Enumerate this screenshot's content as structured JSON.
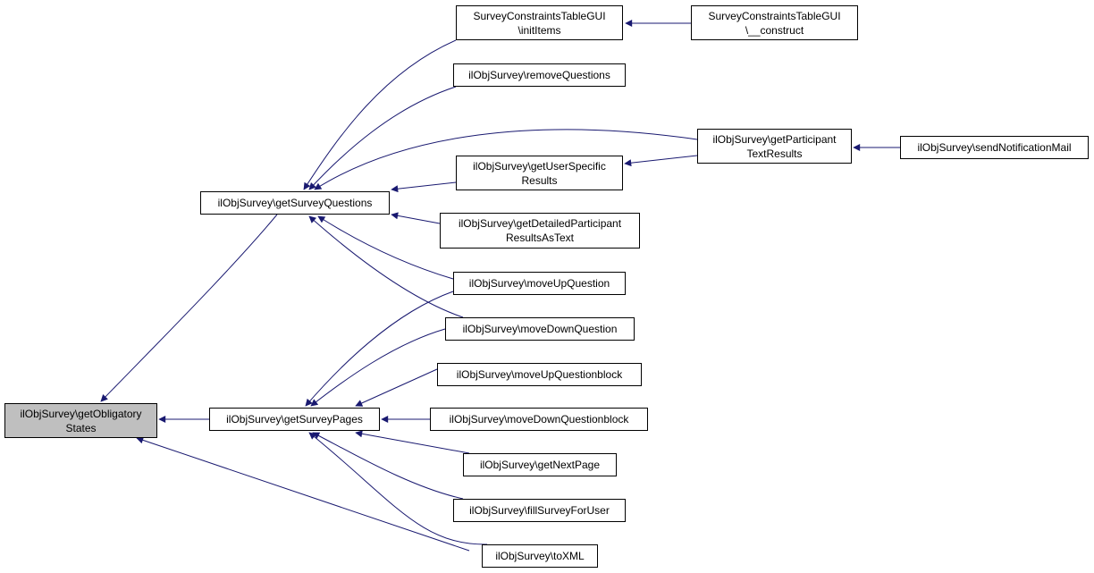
{
  "colors": {
    "edge": "#191970",
    "node_fill": "#ffffff",
    "root_fill": "#bfbfbf",
    "border": "#000000"
  },
  "nodes": {
    "root": {
      "lines": [
        "ilObjSurvey\\getObligatory",
        "States"
      ]
    },
    "getSurveyQuestions": {
      "lines": [
        "ilObjSurvey\\getSurveyQuestions"
      ]
    },
    "getSurveyPages": {
      "lines": [
        "ilObjSurvey\\getSurveyPages"
      ]
    },
    "initItems": {
      "lines": [
        "SurveyConstraintsTableGUI",
        "\\initItems"
      ]
    },
    "construct": {
      "lines": [
        "SurveyConstraintsTableGUI",
        "\\__construct"
      ]
    },
    "removeQuestions": {
      "lines": [
        "ilObjSurvey\\removeQuestions"
      ]
    },
    "getParticipantTextResults": {
      "lines": [
        "ilObjSurvey\\getParticipant",
        "TextResults"
      ]
    },
    "sendNotificationMail": {
      "lines": [
        "ilObjSurvey\\sendNotificationMail"
      ]
    },
    "getUserSpecificResults": {
      "lines": [
        "ilObjSurvey\\getUserSpecific",
        "Results"
      ]
    },
    "getDetailedParticipantResultsAsText": {
      "lines": [
        "ilObjSurvey\\getDetailedParticipant",
        "ResultsAsText"
      ]
    },
    "moveUpQuestion": {
      "lines": [
        "ilObjSurvey\\moveUpQuestion"
      ]
    },
    "moveDownQuestion": {
      "lines": [
        "ilObjSurvey\\moveDownQuestion"
      ]
    },
    "moveUpQuestionblock": {
      "lines": [
        "ilObjSurvey\\moveUpQuestionblock"
      ]
    },
    "moveDownQuestionblock": {
      "lines": [
        "ilObjSurvey\\moveDownQuestionblock"
      ]
    },
    "getNextPage": {
      "lines": [
        "ilObjSurvey\\getNextPage"
      ]
    },
    "fillSurveyForUser": {
      "lines": [
        "ilObjSurvey\\fillSurveyForUser"
      ]
    },
    "toXML": {
      "lines": [
        "ilObjSurvey\\toXML"
      ]
    }
  },
  "edges": [
    {
      "from": "getSurveyQuestions",
      "to": "root"
    },
    {
      "from": "getSurveyPages",
      "to": "root"
    },
    {
      "from": "toXML",
      "to": "root"
    },
    {
      "from": "initItems",
      "to": "getSurveyQuestions"
    },
    {
      "from": "removeQuestions",
      "to": "getSurveyQuestions"
    },
    {
      "from": "getParticipantTextResults",
      "to": "getSurveyQuestions"
    },
    {
      "from": "getUserSpecificResults",
      "to": "getSurveyQuestions"
    },
    {
      "from": "getDetailedParticipantResultsAsText",
      "to": "getSurveyQuestions"
    },
    {
      "from": "moveUpQuestion",
      "to": "getSurveyQuestions"
    },
    {
      "from": "moveDownQuestion",
      "to": "getSurveyQuestions"
    },
    {
      "from": "moveUpQuestion",
      "to": "getSurveyPages"
    },
    {
      "from": "moveDownQuestion",
      "to": "getSurveyPages"
    },
    {
      "from": "moveUpQuestionblock",
      "to": "getSurveyPages"
    },
    {
      "from": "moveDownQuestionblock",
      "to": "getSurveyPages"
    },
    {
      "from": "getNextPage",
      "to": "getSurveyPages"
    },
    {
      "from": "fillSurveyForUser",
      "to": "getSurveyPages"
    },
    {
      "from": "toXML",
      "to": "getSurveyPages"
    },
    {
      "from": "construct",
      "to": "initItems"
    },
    {
      "from": "getParticipantTextResults",
      "to": "getUserSpecificResults"
    },
    {
      "from": "sendNotificationMail",
      "to": "getParticipantTextResults"
    }
  ]
}
